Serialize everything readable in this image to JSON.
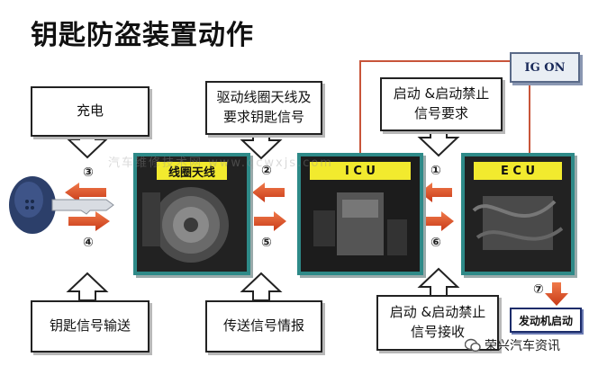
{
  "title": "钥匙防盗装置动作",
  "callouts": {
    "charge": "充电",
    "drive_line1": "驱动线圈天线及",
    "drive_line2": "要求钥匙信号",
    "start_req_line1": "启动 &启动禁止",
    "start_req_line2": "信号要求",
    "key_signal": "钥匙信号输送",
    "transmit": "传送信号情报",
    "start_recv_line1": "启动 &启动禁止",
    "start_recv_line2": "信号接收"
  },
  "labels": {
    "coil": "线圈天线",
    "icu": "I C U",
    "ecu": "E C U",
    "ig_on": "IG ON",
    "engine_start": "发动机启动"
  },
  "steps": [
    "③",
    "②",
    "①",
    "④",
    "⑤",
    "⑥",
    "⑦"
  ],
  "watermark": "汽车维修技术网 www.qcwxjs.com",
  "footer": {
    "brand": "荣兴汽车资讯"
  },
  "colors": {
    "arrow": "#e0502a",
    "frame": "#2e8a88",
    "label_bg": "#f2ea2e",
    "line": "#c8553a"
  },
  "icons": [
    "key-icon",
    "wechat-icon"
  ]
}
